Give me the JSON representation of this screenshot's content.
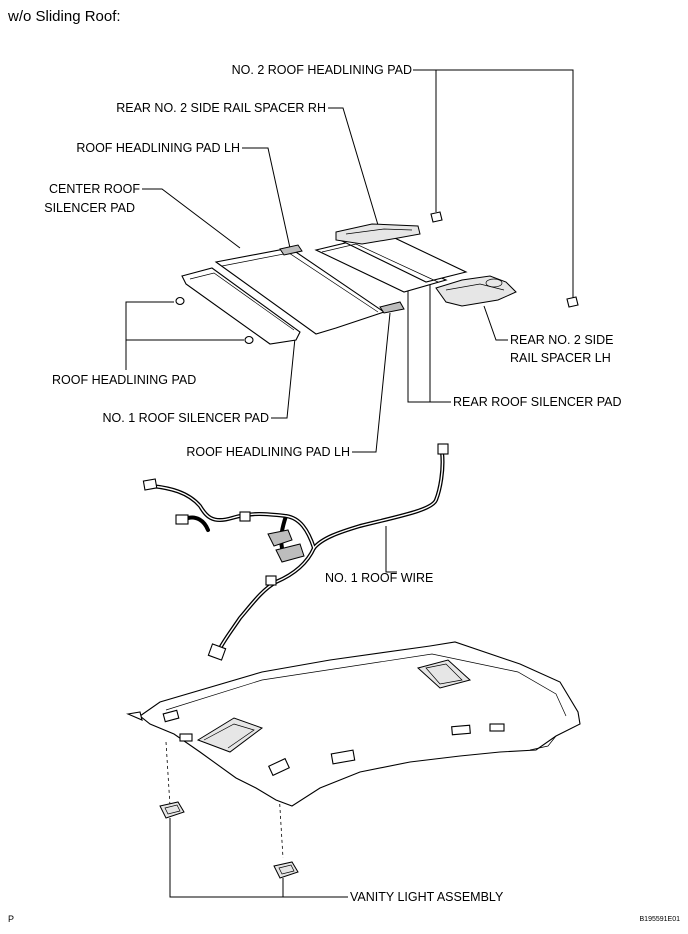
{
  "header": {
    "title": "w/o Sliding Roof:"
  },
  "labels": {
    "no2_roof_headlining_pad": "NO. 2 ROOF HEADLINING PAD",
    "rear_no2_side_rail_spacer_rh": "REAR NO. 2 SIDE RAIL SPACER RH",
    "roof_headlining_pad_lh_top": "ROOF HEADLINING PAD LH",
    "center_roof_silencer_pad_line1": "CENTER ROOF",
    "center_roof_silencer_pad_line2": "SILENCER PAD",
    "rear_no2_side_rail_spacer_lh_line1": "REAR NO. 2 SIDE",
    "rear_no2_side_rail_spacer_lh_line2": "RAIL SPACER LH",
    "roof_headlining_pad": "ROOF HEADLINING PAD",
    "rear_roof_silencer_pad": "REAR ROOF SILENCER PAD",
    "no1_roof_silencer_pad": "NO. 1 ROOF SILENCER PAD",
    "roof_headlining_pad_lh_bottom": "ROOF HEADLINING PAD LH",
    "no1_roof_wire": "NO. 1 ROOF WIRE",
    "vanity_light_assembly": "VANITY LIGHT ASSEMBLY"
  },
  "footer": {
    "left_code": "P",
    "right_code": "B195591E01"
  }
}
